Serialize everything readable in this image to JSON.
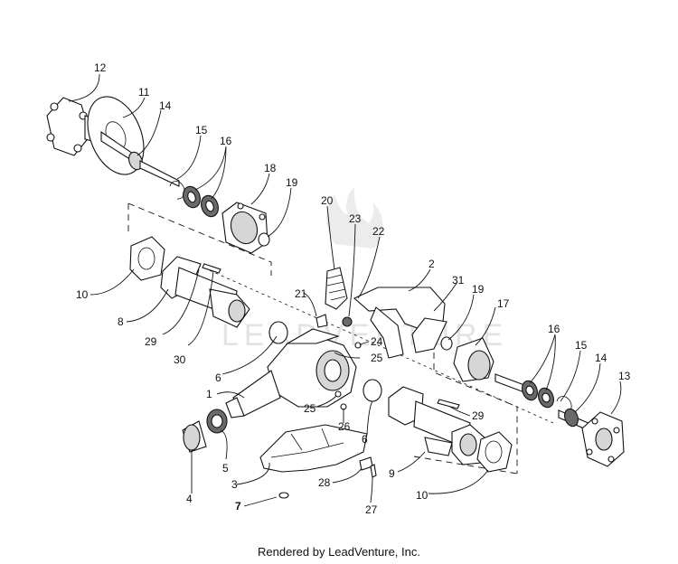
{
  "footer": {
    "credit": "Rendered by LeadVenture, Inc."
  },
  "watermark": "LEADVENTURE",
  "callouts": {
    "c12": "12",
    "c11": "11",
    "c14a": "14",
    "c15a": "15",
    "c16a": "16",
    "c18": "18",
    "c19a": "19",
    "c20": "20",
    "c23": "23",
    "c22": "22",
    "c2": "2",
    "c31": "31",
    "c19b": "19",
    "c17": "17",
    "c10a": "10",
    "c8": "8",
    "c29a": "29",
    "c30": "30",
    "c21": "21",
    "c24": "24",
    "c25a": "25",
    "c6a": "6",
    "c1": "1",
    "c16b": "16",
    "c15b": "15",
    "c14b": "14",
    "c13": "13",
    "c25b": "25",
    "c26": "26",
    "c6b": "6",
    "c29b": "29",
    "c5": "5",
    "c3": "3",
    "c4": "4",
    "c7": "7",
    "c28": "28",
    "c9": "9",
    "c10b": "10",
    "c27": "27"
  }
}
